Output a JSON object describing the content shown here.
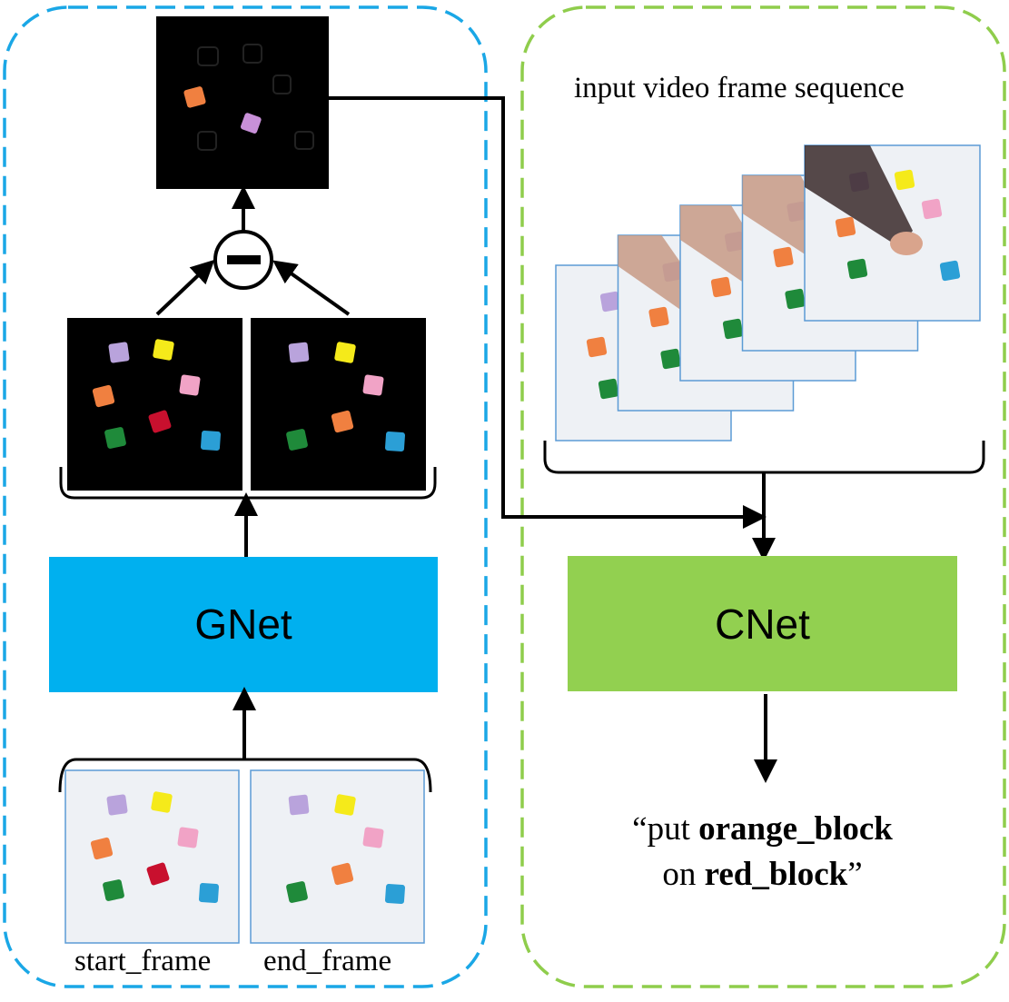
{
  "colors": {
    "gnet_panel_border": "#1aa7e6",
    "cnet_panel_border": "#8fcd4c",
    "gnet_fill": "#00b0ef",
    "cnet_fill": "#92d050",
    "frame_border": "#5b9bd5",
    "mask_background": "#000000",
    "table_surface": "#eef1f5"
  },
  "blocks": {
    "purple": "#b9a3dc",
    "yellow": "#f5ea1a",
    "pink": "#f1a3c6",
    "orange": "#f08040",
    "red": "#c8102e",
    "green": "#1f8a3a",
    "blue": "#2b9fd6"
  },
  "icons": {
    "difference": "minus-circle-icon"
  },
  "gnet": {
    "label": "GNet",
    "start_label": "start_frame",
    "end_label": "end_frame"
  },
  "cnet": {
    "label": "CNet",
    "sequence_label": "input video frame sequence",
    "video_frame_count": 5
  },
  "output": {
    "open_quote": "“",
    "line1_plain": "put ",
    "line1_bold": "orange_block",
    "line2_plain": "on ",
    "line2_bold": "red_block",
    "close_quote": "”"
  }
}
